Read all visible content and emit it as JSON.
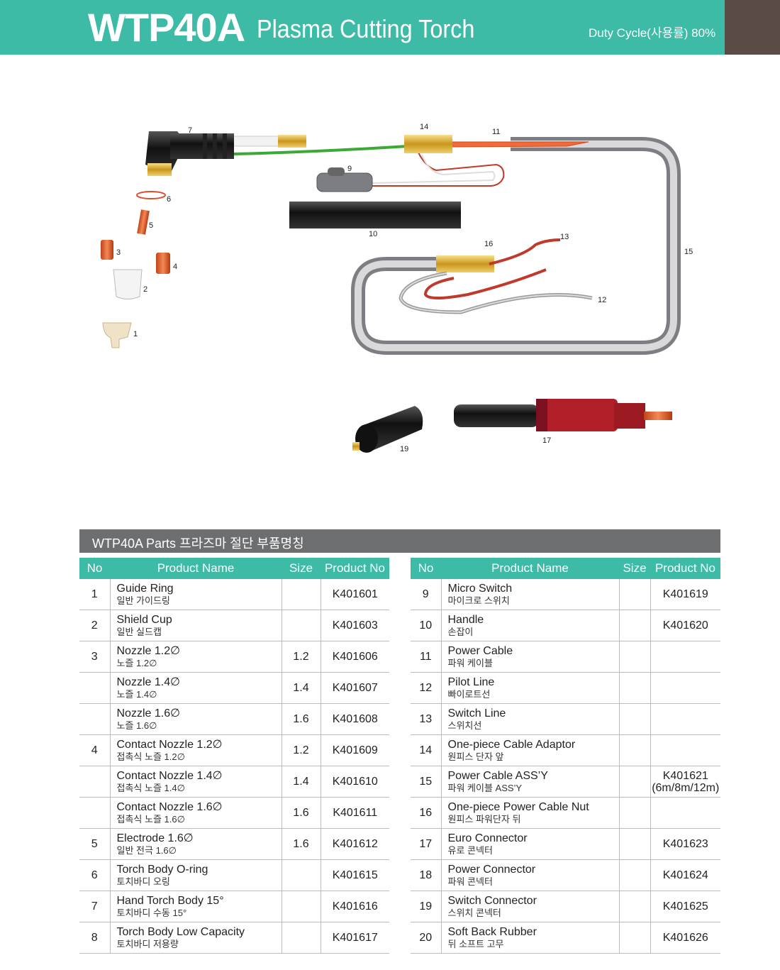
{
  "header": {
    "model": "WTP40A",
    "title": "Plasma Cutting Torch",
    "duty_cycle": "Duty Cycle(사용률) 80%"
  },
  "colors": {
    "header_teal": "#3dbba6",
    "header_dark": "#5a4b46",
    "section_gray": "#6d6e70"
  },
  "diagram_labels": [
    "7",
    "14",
    "11",
    "9",
    "6",
    "5",
    "10",
    "16",
    "13",
    "15",
    "3",
    "4",
    "2",
    "12",
    "1",
    "19",
    "17"
  ],
  "table_section": {
    "title": "WTP40A Parts 프라즈마 절단 부품명칭"
  },
  "table_headers": {
    "no": "No",
    "name": "Product Name",
    "size": "Size",
    "product_no": "Product No"
  },
  "left_rows": [
    {
      "no": "1",
      "en": "Guide Ring",
      "ko": "일반 가이드링",
      "size": "",
      "product_no": "K401601"
    },
    {
      "no": "2",
      "en": "Shield Cup",
      "ko": "일반 실드캡",
      "size": "",
      "product_no": "K401603"
    },
    {
      "no": "3",
      "en": "Nozzle 1.2∅",
      "ko": "노즐 1.2∅",
      "size": "1.2",
      "product_no": "K401606"
    },
    {
      "no": "",
      "en": "Nozzle 1.4∅",
      "ko": "노즐 1.4∅",
      "size": "1.4",
      "product_no": "K401607"
    },
    {
      "no": "",
      "en": "Nozzle 1.6∅",
      "ko": "노즐 1.6∅",
      "size": "1.6",
      "product_no": "K401608"
    },
    {
      "no": "4",
      "en": "Contact Nozzle 1.2∅",
      "ko": "접촉식 노즐 1.2∅",
      "size": "1.2",
      "product_no": "K401609"
    },
    {
      "no": "",
      "en": "Contact Nozzle 1.4∅",
      "ko": "접촉식 노즐 1.4∅",
      "size": "1.4",
      "product_no": "K401610"
    },
    {
      "no": "",
      "en": "Contact Nozzle 1.6∅",
      "ko": "접촉식 노즐 1.6∅",
      "size": "1.6",
      "product_no": "K401611"
    },
    {
      "no": "5",
      "en": "Electrode 1.6∅",
      "ko": "일반 전극 1.6∅",
      "size": "1.6",
      "product_no": "K401612"
    },
    {
      "no": "6",
      "en": "Torch Body O-ring",
      "ko": "토치바디 오링",
      "size": "",
      "product_no": "K401615"
    },
    {
      "no": "7",
      "en": "Hand Torch Body 15°",
      "ko": "토치바디 수동 15°",
      "size": "",
      "product_no": "K401616"
    },
    {
      "no": "8",
      "en": "Torch Body Low Capacity",
      "ko": "토치바디 저용량",
      "size": "",
      "product_no": "K401617"
    }
  ],
  "right_rows": [
    {
      "no": "9",
      "en": "Micro Switch",
      "ko": "마이크로 스위치",
      "size": "",
      "product_no": "K401619"
    },
    {
      "no": "10",
      "en": "Handle",
      "ko": "손잡이",
      "size": "",
      "product_no": "K401620"
    },
    {
      "no": "11",
      "en": "Power Cable",
      "ko": "파워 케이블",
      "size": "",
      "product_no": ""
    },
    {
      "no": "12",
      "en": "Pilot Line",
      "ko": "빠이로트선",
      "size": "",
      "product_no": ""
    },
    {
      "no": "13",
      "en": "Switch Line",
      "ko": "스위치선",
      "size": "",
      "product_no": ""
    },
    {
      "no": "14",
      "en": "One-piece Cable Adaptor",
      "ko": "원피스 단자 앞",
      "size": "",
      "product_no": ""
    },
    {
      "no": "15",
      "en": "Power Cable ASS’Y",
      "ko": "파워 케이블 ASS’Y",
      "size": "",
      "product_no": "K401621",
      "product_no_2": "(6m/8m/12m)"
    },
    {
      "no": "16",
      "en": "One-piece Power Cable Nut",
      "ko": "원피스 파워단자 뒤",
      "size": "",
      "product_no": ""
    },
    {
      "no": "17",
      "en": "Euro Connector",
      "ko": "유로 콘넥터",
      "size": "",
      "product_no": "K401623"
    },
    {
      "no": "18",
      "en": "Power Connector",
      "ko": "파워 콘넥터",
      "size": "",
      "product_no": "K401624"
    },
    {
      "no": "19",
      "en": "Switch Connector",
      "ko": "스위치 콘넥터",
      "size": "",
      "product_no": "K401625"
    },
    {
      "no": "20",
      "en": "Soft Back Rubber",
      "ko": "뒤 소프트 고무",
      "size": "",
      "product_no": "K401626"
    }
  ]
}
